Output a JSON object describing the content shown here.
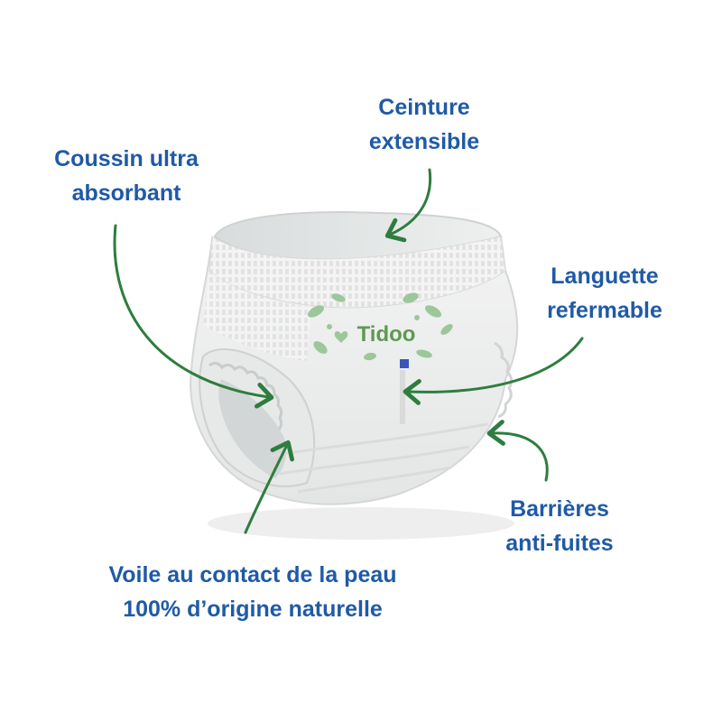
{
  "labels": {
    "waistband": {
      "line1": "Ceinture",
      "line2": "extensible"
    },
    "pad": {
      "line1": "Coussin ultra",
      "line2": "absorbant"
    },
    "tab": {
      "line1": "Languette",
      "line2": "refermable"
    },
    "barriers": {
      "line1": "Barrières",
      "line2": "anti-fuites"
    },
    "veil": {
      "line1": "Voile au contact de la peau",
      "line2": "100% d’origine naturelle"
    }
  },
  "brand": {
    "name": "Tidoo"
  },
  "colors": {
    "label": "#1f5aa6",
    "arrow": "#2e7d3e",
    "brand": "#5d9a52",
    "leaf": "#9cc79a"
  }
}
